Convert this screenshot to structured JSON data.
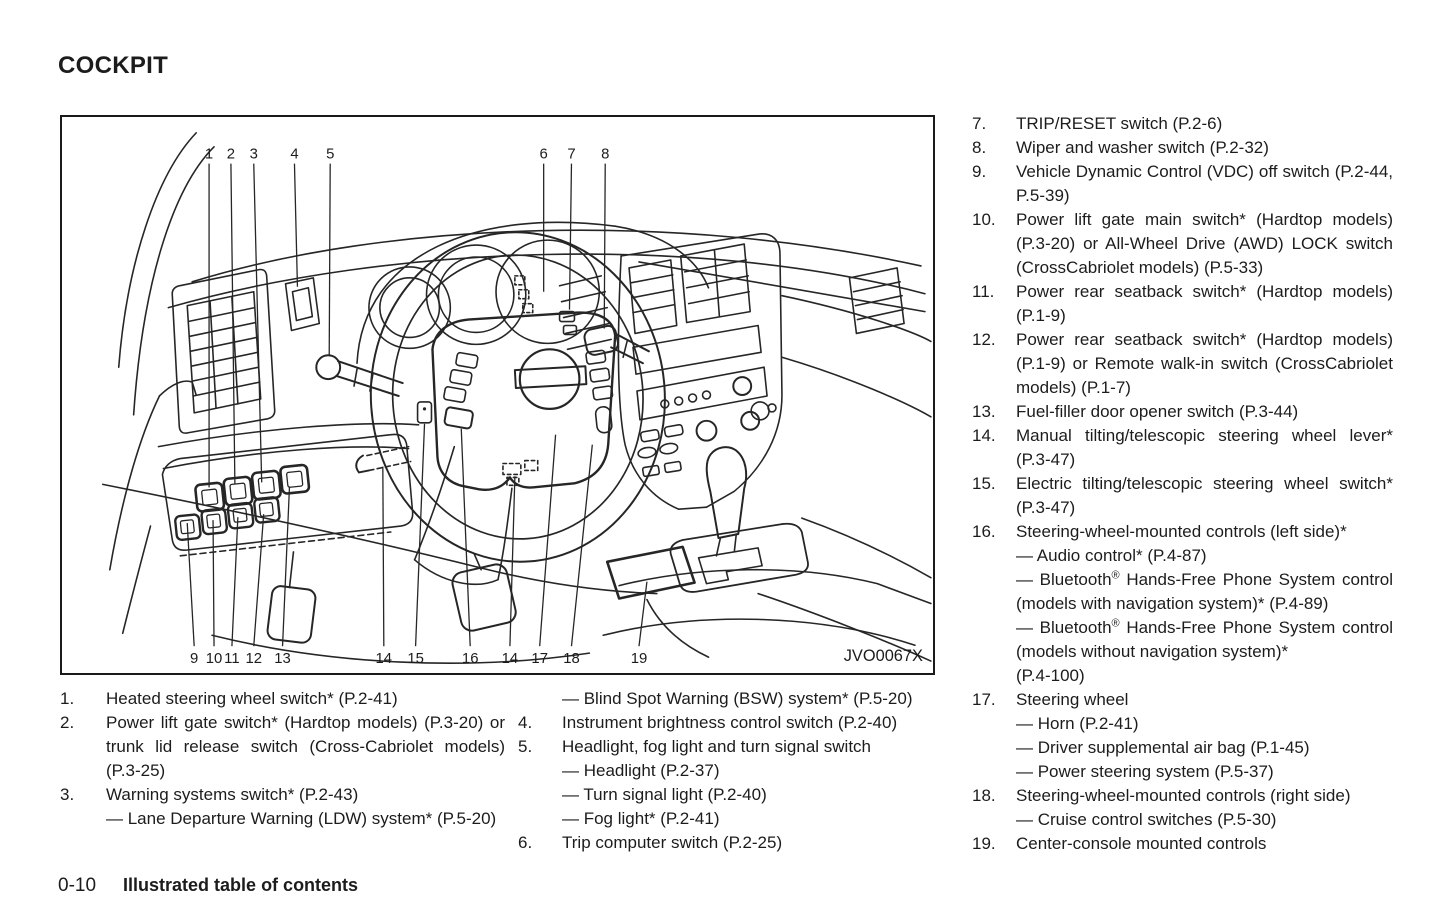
{
  "page": {
    "title": "COCKPIT",
    "footer_page_number": "0-10",
    "footer_label": "Illustrated table of contents"
  },
  "figure": {
    "code": "JVO0067X",
    "callouts_top": [
      "1",
      "2",
      "3",
      "4",
      "5",
      "6",
      "7",
      "8"
    ],
    "callouts_bottom": [
      "9",
      "10",
      "11",
      "12",
      "13",
      "14",
      "15",
      "16",
      "14",
      "17",
      "18",
      "19"
    ]
  },
  "lists": {
    "col1": [
      {
        "num": "1.",
        "text": "Heated steering wheel switch* (P.2-41)",
        "subs": []
      },
      {
        "num": "2.",
        "text": "Power lift gate switch* (Hardtop models) (P.3-20) or trunk lid release switch (Cross-Cabriolet models) (P.3-25)",
        "subs": []
      },
      {
        "num": "3.",
        "text": "Warning systems switch* (P.2-43)",
        "subs": [
          "— Lane Departure Warning (LDW) system* (P.5-20)"
        ]
      }
    ],
    "col2": [
      {
        "num": "",
        "text": "",
        "subs": [
          "— Blind Spot Warning (BSW) system* (P.5-20)"
        ]
      },
      {
        "num": "4.",
        "text": "Instrument brightness control switch (P.2-40)",
        "subs": []
      },
      {
        "num": "5.",
        "text": "Headlight, fog light and turn signal switch",
        "subs": [
          "— Headlight (P.2-37)",
          "— Turn signal light (P.2-40)",
          "— Fog light* (P.2-41)"
        ]
      },
      {
        "num": "6.",
        "text": "Trip computer switch (P.2-25)",
        "subs": []
      }
    ],
    "col3": [
      {
        "num": "7.",
        "text": "TRIP/RESET switch (P.2-6)",
        "subs": []
      },
      {
        "num": "8.",
        "text": "Wiper and washer switch (P.2-32)",
        "subs": []
      },
      {
        "num": "9.",
        "text": "Vehicle Dynamic Control (VDC) off switch (P.2-44, P.5-39)",
        "subs": []
      },
      {
        "num": "10.",
        "text": "Power lift gate main switch* (Hardtop models) (P.3-20) or All-Wheel Drive (AWD) LOCK switch (CrossCabriolet models) (P.5-33)",
        "subs": []
      },
      {
        "num": "11.",
        "text": "Power rear seatback switch* (Hardtop models) (P.1-9)",
        "subs": []
      },
      {
        "num": "12.",
        "text": "Power rear seatback switch* (Hardtop models) (P.1-9) or Remote walk-in switch (CrossCabriolet models) (P.1-7)",
        "subs": []
      },
      {
        "num": "13.",
        "text": "Fuel-filler door opener switch (P.3-44)",
        "subs": []
      },
      {
        "num": "14.",
        "text": "Manual tilting/telescopic steering wheel lever* (P.3-47)",
        "subs": []
      },
      {
        "num": "15.",
        "text": "Electric tilting/telescopic steering wheel switch* (P.3-47)",
        "subs": []
      },
      {
        "num": "16.",
        "text": "Steering-wheel-mounted controls (left side)*",
        "subs": [
          "— Audio control* (P.4-87)",
          "— Bluetooth® Hands-Free Phone System control (models with navigation system)* (P.4-89)",
          "— Bluetooth® Hands-Free Phone System control (models without navigation system)*",
          "(P.4-100)"
        ]
      },
      {
        "num": "17.",
        "text": "Steering wheel",
        "subs": [
          "— Horn (P.2-41)",
          "— Driver supplemental air bag (P.1-45)",
          "— Power steering system (P.5-37)"
        ]
      },
      {
        "num": "18.",
        "text": "Steering-wheel-mounted controls (right side)",
        "subs": [
          "— Cruise control switches (P.5-30)"
        ]
      },
      {
        "num": "19.",
        "text": "Center-console mounted controls",
        "subs": []
      }
    ]
  }
}
